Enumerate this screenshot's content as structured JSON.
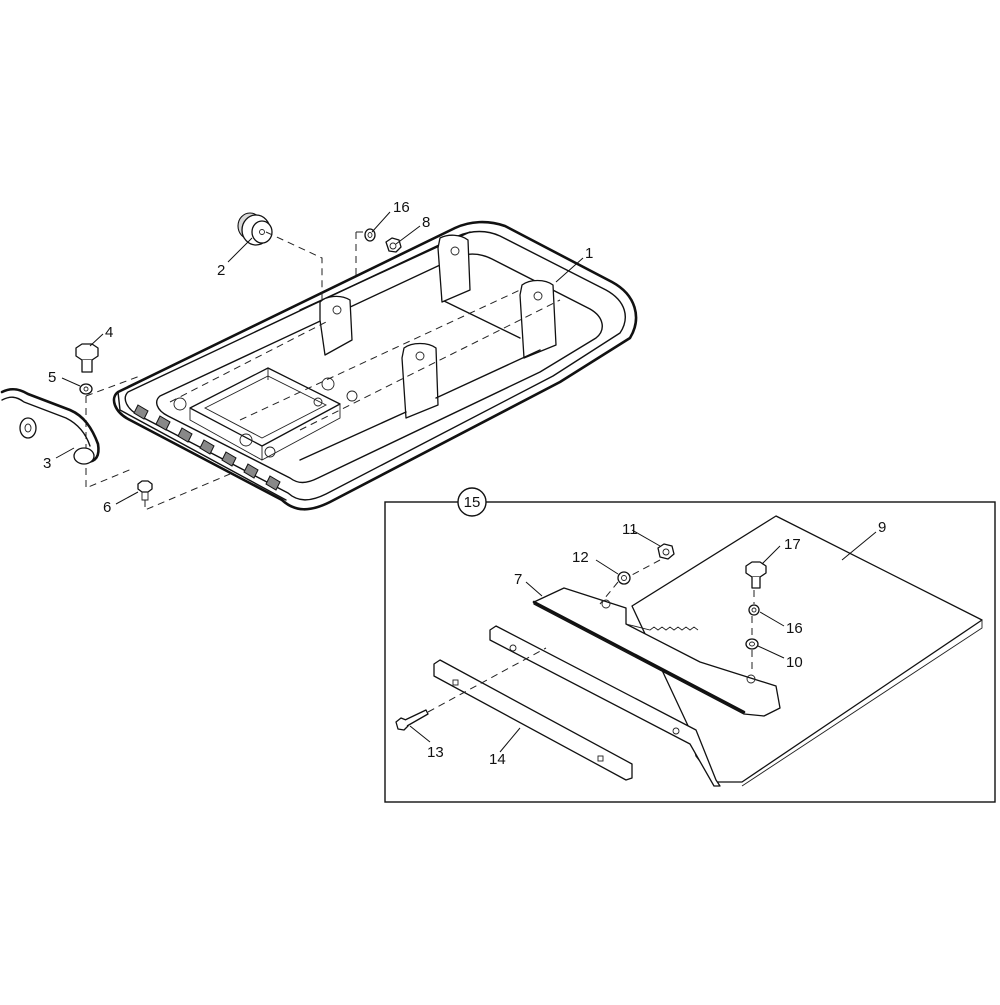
{
  "callouts": {
    "c1": "1",
    "c2": "2",
    "c3": "3",
    "c4": "4",
    "c5": "5",
    "c6": "6",
    "c7": "7",
    "c8": "8",
    "c9": "9",
    "c10": "10",
    "c11": "11",
    "c12": "12",
    "c13": "13",
    "c14": "14",
    "c15": "15",
    "c16a": "16",
    "c16b": "16",
    "c17": "17"
  }
}
